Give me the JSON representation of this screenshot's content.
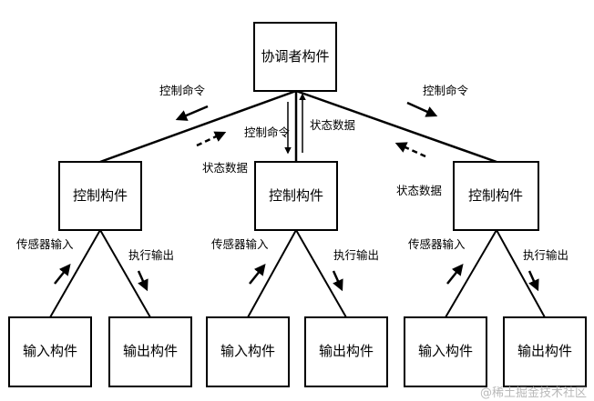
{
  "diagram": {
    "coordinator": "协调者构件",
    "controllers": [
      "控制构件",
      "控制构件",
      "控制构件"
    ],
    "input_component": "输入构件",
    "output_component": "输出构件",
    "control_command": "控制命令",
    "status_data": "状态数据",
    "sensor_input": "传感器输入",
    "execute_output": "执行输出"
  },
  "watermark": "@稀土掘金技术社区"
}
